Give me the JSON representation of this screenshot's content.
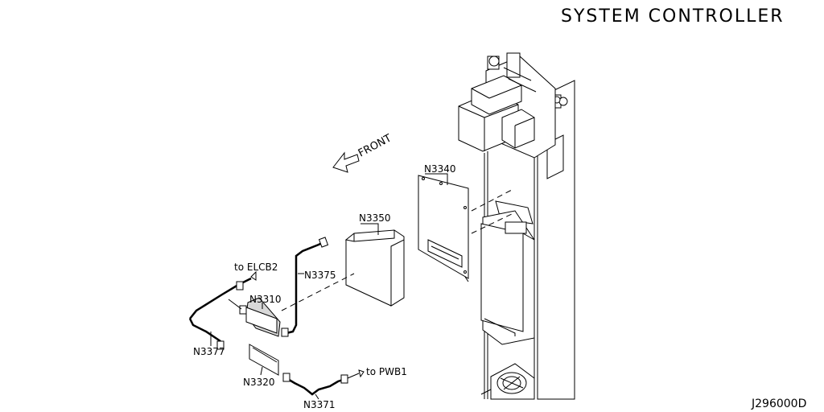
{
  "diagram": {
    "title": "SYSTEM CONTROLLER",
    "code": "J296000D",
    "front_label": "FRONT",
    "labels": {
      "n3340": "N3340",
      "n3350": "N3350",
      "n3375": "N3375",
      "n3310": "N3310",
      "n3377": "N3377",
      "n3320": "N3320",
      "n3371": "N3371",
      "to_elcb2": "to ELCB2",
      "to_pwb1": "to PWB1"
    }
  }
}
